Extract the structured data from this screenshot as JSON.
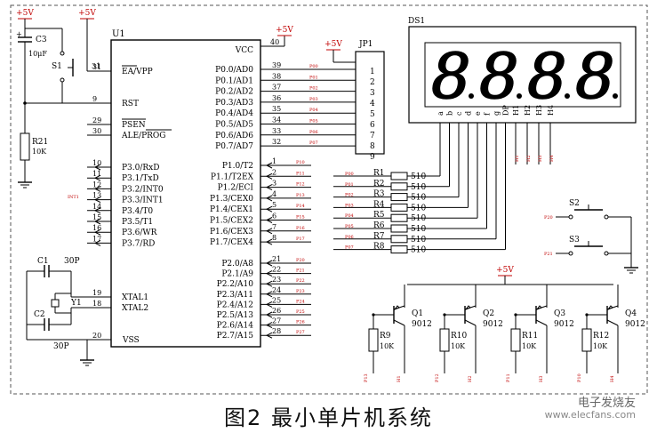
{
  "caption": "图2 最小单片机系统",
  "watermark": {
    "cn": "电子发烧友",
    "url": "www.elecfans.com"
  },
  "labels": {
    "vcc": "+5V",
    "u1": "U1",
    "ds1": "DS1",
    "jp1": "JP1",
    "c3": "C3",
    "c3_val": "10μF",
    "s1": "S1",
    "r21": "R21",
    "r21_val": "10K",
    "c1": "C1",
    "c2": "C2",
    "y1": "Y1",
    "cap_val": "30P",
    "vcc_pin": "VCC",
    "vss_pin": "VSS",
    "int1": "INT1",
    "s2": "S2",
    "s3": "S3",
    "res_val": "510",
    "q_model": "9012",
    "r10k": "10K"
  },
  "u1_left_pins": [
    {
      "num": "31",
      "name": "EA/VPP"
    },
    {
      "num": "9",
      "name": "RST"
    },
    {
      "num": "29",
      "name": "PSEN"
    },
    {
      "num": "30",
      "name": "ALE/PROG"
    },
    {
      "num": "10",
      "name": "P3.0/RxD"
    },
    {
      "num": "11",
      "name": "P3.1/TxD"
    },
    {
      "num": "12",
      "name": "P3.2/INT0"
    },
    {
      "num": "13",
      "name": "P3.3/INT1"
    },
    {
      "num": "14",
      "name": "P3.4/T0"
    },
    {
      "num": "15",
      "name": "P3.5/T1"
    },
    {
      "num": "16",
      "name": "P3.6/WR"
    },
    {
      "num": "17",
      "name": "P3.7/RD"
    },
    {
      "num": "19",
      "name": "XTAL1"
    },
    {
      "num": "18",
      "name": "XTAL2"
    },
    {
      "num": "20",
      "name": "VSS"
    }
  ],
  "u1_right_pins": {
    "vcc_num": "40",
    "p0": [
      {
        "num": "39",
        "name": "P0.0/AD0",
        "net": "P00"
      },
      {
        "num": "38",
        "name": "P0.1/AD1",
        "net": "P01"
      },
      {
        "num": "37",
        "name": "P0.2/AD2",
        "net": "P02"
      },
      {
        "num": "36",
        "name": "P0.3/AD3",
        "net": "P03"
      },
      {
        "num": "35",
        "name": "P0.4/AD4",
        "net": "P04"
      },
      {
        "num": "34",
        "name": "P0.5/AD5",
        "net": "P05"
      },
      {
        "num": "33",
        "name": "P0.6/AD6",
        "net": "P06"
      },
      {
        "num": "32",
        "name": "P0.7/AD7",
        "net": "P07"
      }
    ],
    "p1": [
      {
        "num": "1",
        "name": "P1.0/T2",
        "net": "P10"
      },
      {
        "num": "2",
        "name": "P1.1/T2EX",
        "net": "P11"
      },
      {
        "num": "3",
        "name": "P1.2/ECI",
        "net": "P12"
      },
      {
        "num": "4",
        "name": "P1.3/CEX0",
        "net": "P13"
      },
      {
        "num": "5",
        "name": "P1.4/CEX1",
        "net": "P14"
      },
      {
        "num": "6",
        "name": "P1.5/CEX2",
        "net": "P15"
      },
      {
        "num": "7",
        "name": "P1.6/CEX3",
        "net": "P16"
      },
      {
        "num": "8",
        "name": "P1.7/CEX4",
        "net": "P17"
      }
    ],
    "p2": [
      {
        "num": "21",
        "name": "P2.0/A8",
        "net": "P20"
      },
      {
        "num": "22",
        "name": "P2.1/A9",
        "net": "P21"
      },
      {
        "num": "23",
        "name": "P2.2/A10",
        "net": "P22"
      },
      {
        "num": "24",
        "name": "P2.3/A11",
        "net": "P23"
      },
      {
        "num": "25",
        "name": "P2.4/A12",
        "net": "P24"
      },
      {
        "num": "26",
        "name": "P2.5/A13",
        "net": "P25"
      },
      {
        "num": "27",
        "name": "P2.6/A14",
        "net": "P26"
      },
      {
        "num": "28",
        "name": "P2.7/A15",
        "net": "P27"
      }
    ]
  },
  "jp1_pins": [
    "1",
    "2",
    "3",
    "4",
    "5",
    "6",
    "7",
    "8",
    "9"
  ],
  "ds1_pins": [
    "a",
    "b",
    "c",
    "d",
    "e",
    "f",
    "g",
    "DP",
    "H1",
    "H2",
    "H3",
    "H4"
  ],
  "ds1_digits": "8.8.8.8.",
  "seg_resistors": [
    {
      "name": "R1",
      "net": "P00"
    },
    {
      "name": "R2",
      "net": "P01"
    },
    {
      "name": "R3",
      "net": "P02"
    },
    {
      "name": "R4",
      "net": "P03"
    },
    {
      "name": "R5",
      "net": "P04"
    },
    {
      "name": "R6",
      "net": "P05"
    },
    {
      "name": "R7",
      "net": "P06"
    },
    {
      "name": "R8",
      "net": "P07"
    }
  ],
  "h_nets": [
    "H1",
    "H2",
    "H3",
    "H4"
  ],
  "switch_nets": {
    "s2": "P20",
    "s3": "P21"
  },
  "transistors": [
    {
      "q": "Q1",
      "r": "R9",
      "base_net": "P13",
      "coll_net": "H1"
    },
    {
      "q": "Q2",
      "r": "R10",
      "base_net": "P12",
      "coll_net": "H2"
    },
    {
      "q": "Q3",
      "r": "R11",
      "base_net": "P11",
      "coll_net": "H3"
    },
    {
      "q": "Q4",
      "r": "R12",
      "base_net": "P10",
      "coll_net": "H4"
    }
  ]
}
